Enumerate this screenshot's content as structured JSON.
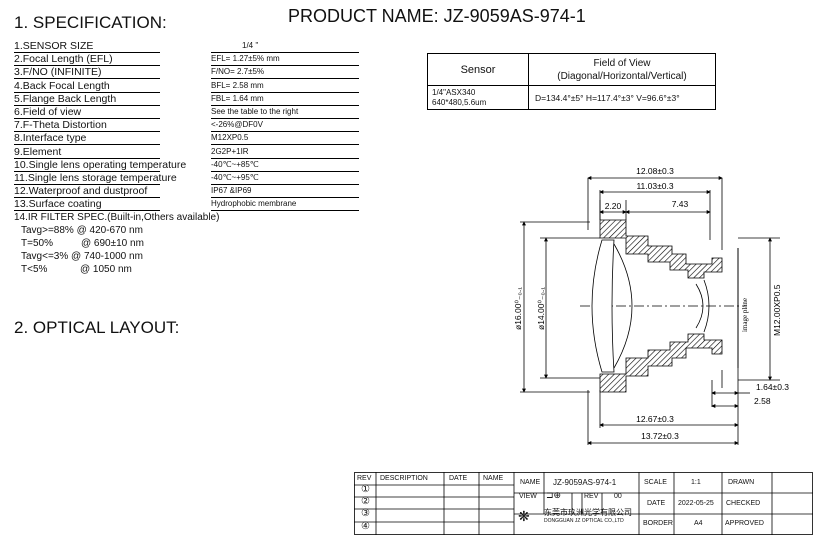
{
  "headings": {
    "spec": "1. SPECIFICATION:",
    "layout": "2. OPTICAL LAYOUT:",
    "product_name": "PRODUCT NAME: JZ-9059AS-974-1"
  },
  "spec": [
    {
      "label": "1.SENSOR SIZE",
      "value": "1/4 ''"
    },
    {
      "label": "2.Focal Length (EFL)",
      "value": "EFL= 1.27±5%   mm"
    },
    {
      "label": "3.F/NO (INFINITE)",
      "value": "F/NO= 2.7±5%"
    },
    {
      "label": "4.Back Focal Length",
      "value": "BFL= 2.58   mm"
    },
    {
      "label": "5.Flange Back Length",
      "value": "FBL= 1.64   mm"
    },
    {
      "label": "6.Field of view",
      "value": "See the table to the right"
    },
    {
      "label": "7.F-Theta Distortion",
      "value": "<-26%@DF0V"
    },
    {
      "label": "8.Interface type",
      "value": "M12XP0.5"
    },
    {
      "label": "9.Element",
      "value": "2G2P+1IR"
    },
    {
      "label": "10.Single lens operating temperature",
      "value": "-40℃~+85℃"
    },
    {
      "label": "11.Single lens storage temperature",
      "value": "-40℃~+95℃"
    },
    {
      "label": "12.Waterproof and dustproof",
      "value": "IP67 &IP69"
    },
    {
      "label": "13.Surface coating",
      "value": "Hydrophobic membrane"
    }
  ],
  "ir_filter": {
    "title": "14.IR FILTER SPEC.(Built-in,Others available)",
    "lines": [
      {
        "a": "Tavg>=88% @ 420-670 nm",
        "b": ""
      },
      {
        "a": "T=50%",
        "b": "@ 690±10 nm"
      },
      {
        "a": "Tavg<=3%  @ 740-1000 nm",
        "b": ""
      },
      {
        "a": "T<5%",
        "b": "@ 1050 nm"
      }
    ]
  },
  "fov_table": {
    "h_sensor": "Sensor",
    "h_fov_1": "Field of View",
    "h_fov_2": "(Diagonal/Horizontal/Vertical)",
    "sensor_1": "1/4\"ASX340",
    "sensor_2": "640*480,5.6um",
    "fov": "D=134.4°±5°  H=117.4°±3°  V=96.6°±3°"
  },
  "drawing": {
    "d_12_08": "12.08±0.3",
    "d_11_03": "11.03±0.3",
    "d_2_20": "2.20",
    "d_7_43": "7.43",
    "d_16": "ø16.00⁰₋₀.₁",
    "d_14": "ø14.00⁰₋₀.₁",
    "d_m12": "M12.00XP0.5",
    "image_plane": "image plane",
    "d_1_64": "1.64±0.3",
    "d_2_58": "2.58",
    "d_12_67": "12.67±0.3",
    "d_13_72": "13.72±0.3"
  },
  "title_block": {
    "rev": "REV",
    "description": "DESCRIPTION",
    "date": "DATE",
    "name": "NAME",
    "revs": [
      "①",
      "②",
      "③",
      "④"
    ],
    "name_label": "NAME",
    "name_value": "JZ-9059AS-974-1",
    "scale_label": "SCALE",
    "scale_value": "1:1",
    "drawn": "DRAWN",
    "view": "VIEW",
    "rev2": "REV",
    "rev2_value": "00",
    "date_label": "DATE",
    "date_value": "2022-05-25",
    "checked": "CHECKED",
    "company_cn": "东莞市玖洲光学有限公司",
    "company_en": "DONGGUAN JZ OPTICAL CO.,LTD",
    "border_label": "BORDER",
    "border_value": "A4",
    "approved": "APPROVED"
  }
}
